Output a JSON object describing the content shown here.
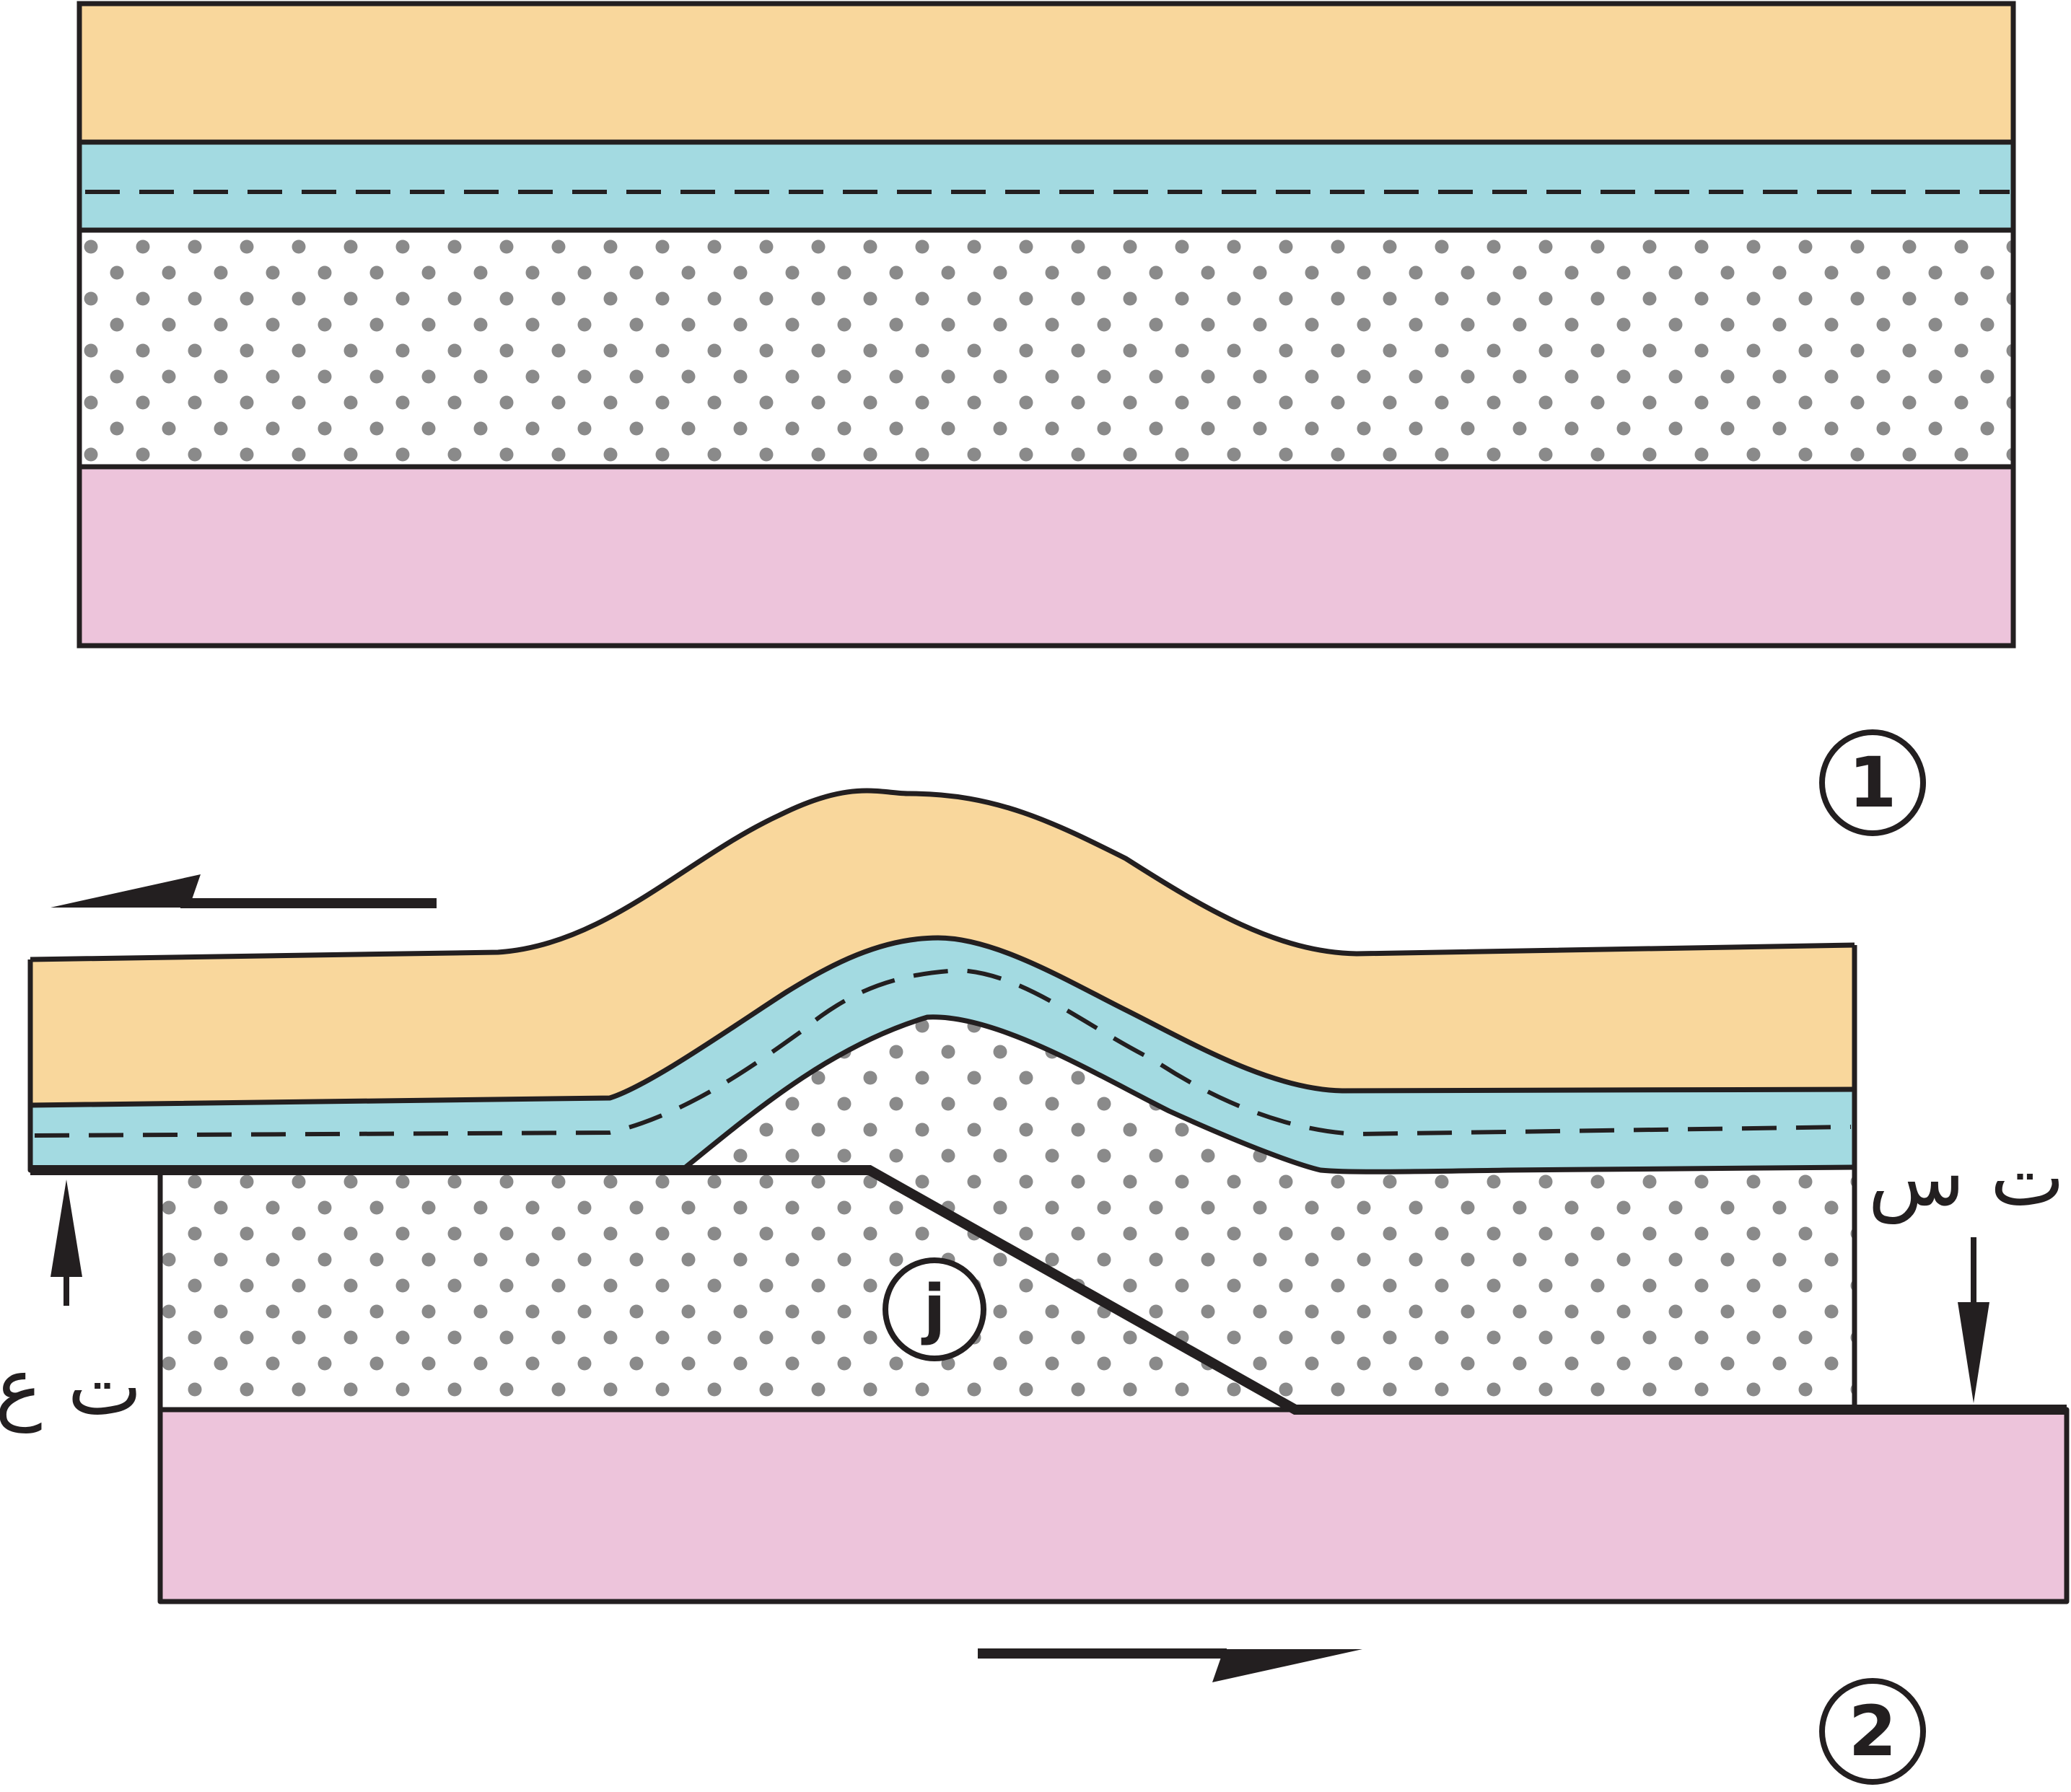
{
  "diagram": {
    "panel_1": {
      "number": "1"
    },
    "panel_2": {
      "number": "2",
      "fault_label": "j",
      "hanging_wall_label": "ت ع",
      "footwall_label": "ت س"
    }
  },
  "colors": {
    "outline": "#231f20",
    "top_layer": "#f9d79c",
    "marker_layer": "#a3dae1",
    "dotted_layer_dots": "#8a8a8a",
    "bottom_layer": "#edc4db"
  }
}
